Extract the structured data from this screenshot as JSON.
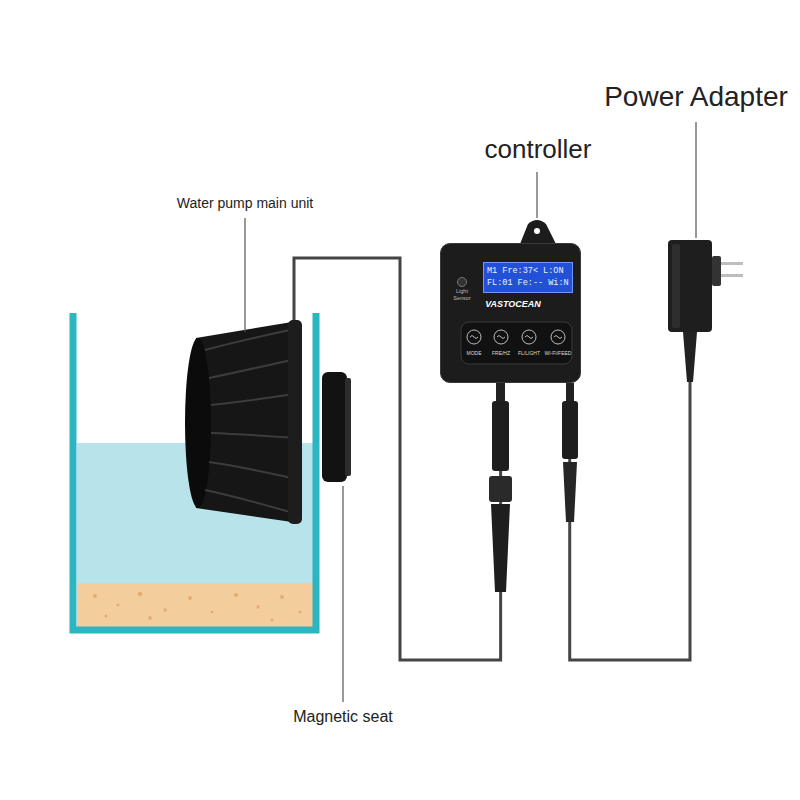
{
  "diagram": {
    "nodes": [
      {
        "text": [
          "Water pump main unit"
        ]
      },
      {
        "text": [
          "controller",
          "Light Sensor",
          "M1 Fre:37< L:ON",
          "FL:01 Fe:-- Wi:N",
          "VASTOCEAN",
          "MODE",
          "FRE/HZ",
          "FL/LIGHT",
          "WI-FI/FEED"
        ]
      },
      {
        "text": [
          "Power Adapter"
        ]
      }
    ],
    "edges": [
      {
        "from": 0,
        "to": 1,
        "arrow": "none"
      },
      {
        "from": 1,
        "to": 2,
        "arrow": "none"
      }
    ],
    "labels": [
      "Magnetic seat"
    ]
  }
}
